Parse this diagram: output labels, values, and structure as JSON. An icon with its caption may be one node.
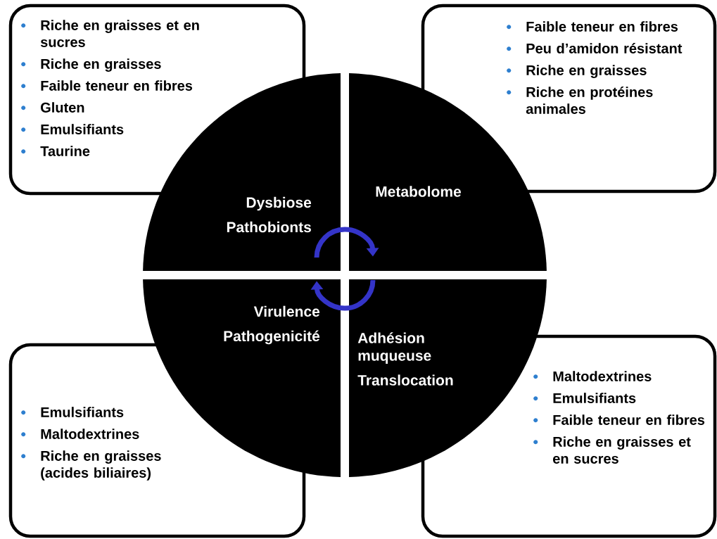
{
  "diagram": {
    "nodes": [
      {
        "text": [
          "Riche en graisses et en sucres",
          "Riche en graisses",
          "Faible teneur en fibres",
          "Gluten",
          "Emulsifiants",
          "Taurine"
        ]
      },
      {
        "text": [
          "Faible teneur en fibres",
          "Peu d’amidon résistant",
          "Riche en graisses",
          "Riche en protéines animales"
        ]
      },
      {
        "text": [
          "Dysbiose",
          "Pathobionts"
        ]
      },
      {
        "text": [
          "Metabolome"
        ]
      },
      {
        "text": [
          "Virulence",
          "Pathogenicité"
        ]
      },
      {
        "text": [
          "Adhésion muqueuse",
          "Translocation"
        ]
      },
      {
        "text": [
          "Emulsifiants",
          "Maltodextrines",
          "Riche en graisses (acides biliaires)"
        ]
      },
      {
        "text": [
          "Maltodextrines",
          "Emulsifiants",
          "Faible teneur en fibres",
          "Riche en graisses et en sucres"
        ]
      }
    ],
    "edges": [
      {
        "from": 2,
        "to": 3,
        "arrow": "to",
        "color": "#3434c8"
      },
      {
        "from": 5,
        "to": 4,
        "arrow": "to",
        "color": "#3434c8"
      }
    ]
  }
}
